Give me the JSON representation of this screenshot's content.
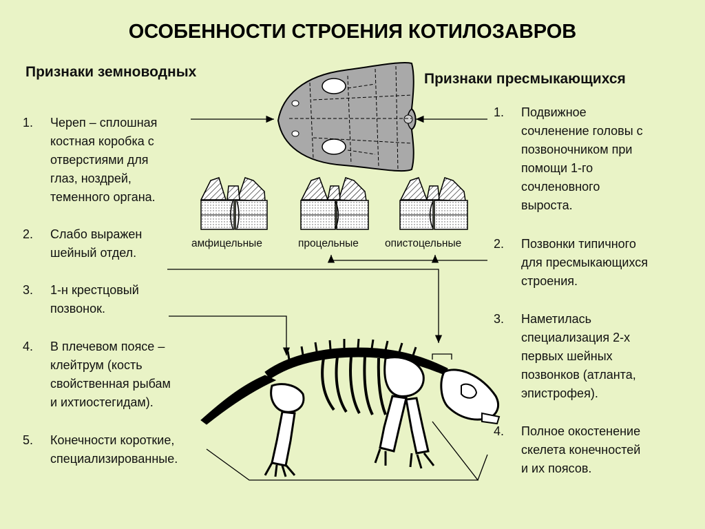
{
  "title": "ОСОБЕННОСТИ СТРОЕНИЯ КОТИЛОЗАВРОВ",
  "left": {
    "heading": "Признаки земноводных",
    "items": [
      {
        "num": "1.",
        "text": "Череп – сплошная\nкостная коробка с\nотверстиями для\nглаз, ноздрей,\nтеменного органа."
      },
      {
        "num": "2.",
        "text": "Слабо выражен\nшейный отдел."
      },
      {
        "num": "3.",
        "text": "1-н крестцовый\nпозвонок."
      },
      {
        "num": "4.",
        "text": "В плечевом поясе –\nклейтрум (кость\nсвойственная рыбам\nи ихтиостегидам)."
      },
      {
        "num": "5.",
        "text": "Конечности короткие,\nспециализированные."
      }
    ]
  },
  "right": {
    "heading": "Признаки пресмыкающихся",
    "items": [
      {
        "num": "1.",
        "text": "Подвижное\nсочленение головы с\nпозвоночником при\nпомощи 1-го\nсочленовного\nвыроста."
      },
      {
        "num": "2.",
        "text": "Позвонки типичного\nдля пресмыкающихся\nстроения."
      },
      {
        "num": "3.",
        "text": "Наметилась\nспециализация 2-х\nпервых шейных\nпозвонков (атланта,\nэпистрофея)."
      },
      {
        "num": "4.",
        "text": "Полное окостенение\nскелета конечностей\nи их поясов."
      }
    ]
  },
  "vertebrae": {
    "labels": [
      "амфицельные",
      "процельные",
      "опистоцельные"
    ]
  },
  "colors": {
    "background": "#e9f3c6",
    "skull_fill": "#a9a9a9",
    "bone_fill": "#ffffff",
    "ink": "#000000"
  }
}
